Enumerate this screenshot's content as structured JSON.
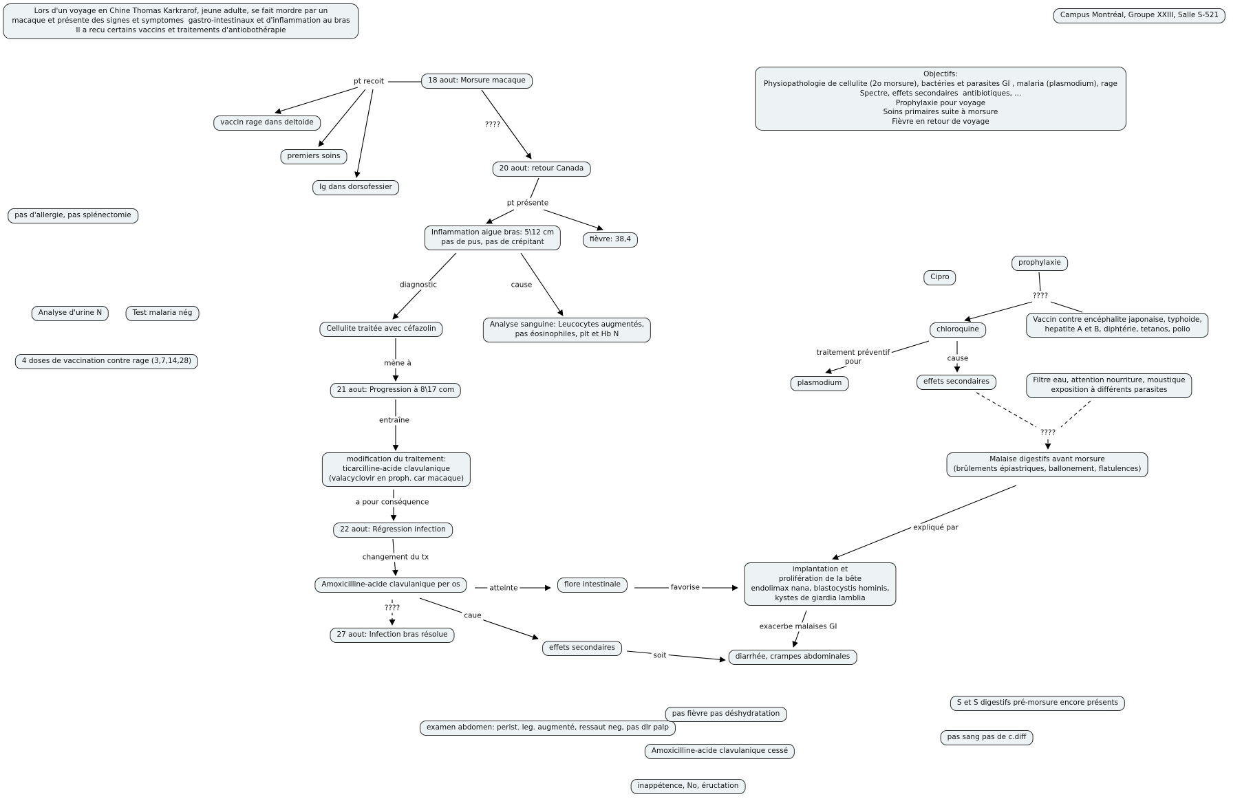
{
  "meta": {
    "app": "concept-map",
    "colors": {
      "node_fill": "#edf3f5",
      "node_border": "#2e2e2e",
      "line": "#000000",
      "background": "#ffffff"
    }
  },
  "header": {
    "intro": "Lors d'un voyage en Chine Thomas Karkrarof, jeune adulte, se fait mordre par un\nmacaque et présente des signes et symptomes  gastro-intestinaux et d'inflammation au bras\nIl a recu certains vaccins et traitements d'antiobothérapie",
    "campus": "Campus Montréal, Groupe XXIII, Salle S-521"
  },
  "objectives": {
    "text": "Objectifs:\nPhysiopathologie de cellulite (2o morsure), bactéries et parasites GI , malaria (plasmodium), rage\nSpectre, effets secondaires  antibiotiques, ...\nProphylaxie pour voyage\nSoins primaires suite à morsure\nFièvre en retour de voyage"
  },
  "nodes": {
    "morsure": "18 aout: Morsure macaque",
    "vaccin_rage": "vaccin rage dans deltoide",
    "premiers_soins": "premiers soins",
    "ig_dorso": "Ig dans dorsofessier",
    "retour_canada": "20 aout: retour Canada",
    "inflammation": "Inflammation aigue bras: 5\\12 cm\npas de pus, pas de crépitant",
    "fievre": "fièvre: 38,4",
    "cellulite": "Cellulite traitée avec céfazolin",
    "analyse_sanguine": "Analyse sanguine: Leucocytes augmentés,\npas éosinophiles, plt et Hb N",
    "pas_allergie": "pas d'allergie, pas splénectomie",
    "analyse_urine": "Analyse d'urine N",
    "test_malaria": "Test malaria nég",
    "doses_rage": "4 doses de vaccination contre rage (3,7,14,28)",
    "progression": "21 aout: Progression à 8\\17 com",
    "modification": "modification du traitement:\nticarcilline-acide clavulanique\n(valacyclovir en proph. car macaque)",
    "regression": "22 aout: Régression infection",
    "amox_per_os": "Amoxicilline-acide clavulanique per os",
    "flore": "flore intestinale",
    "infection_resolue": "27 aout: Infection bras résolue",
    "effets_secondaires_ab": "effets secondaires",
    "implantation": "implantation et\nprolifération de la bête\nendolimax nana, blastocystis hominis,\nkystes de giardia lamblia",
    "diarrhee": "diarrhée, crampes abdominales",
    "cipro": "Cipro",
    "prophylaxie": "prophylaxie",
    "chloroquine": "chloroquine",
    "vaccin_enceph": "Vaccin contre encéphalite japonaise, typhoide,\nhepatite A et B, diphtérie, tetanos, polio",
    "plasmodium": "plasmodium",
    "effets_secondaires_chloro": "effets secondaires",
    "filtre": "Filtre eau, attention nourriture, moustique\nexposition à différents parasites",
    "malaise": "Malaise digestifs avant morsure\n(brûlements épiastriques, ballonement, flatulences)",
    "examen_abdomen": "examen abdomen: perist. leg. augmenté, ressaut neg, pas dlr palp",
    "pas_fievre": "pas fièvre pas déshydratation",
    "s_digestifs": "S et S digestifs pré-morsure encore présents",
    "amox_cesse": "Amoxicilline-acide clavulanique cessé",
    "pas_sang": "pas sang pas de c.diff",
    "inappetence": "inappétence, No, éructation"
  },
  "labels": {
    "pt_recoit": "pt recoit",
    "q1": "????",
    "pt_presente": "pt présente",
    "diagnostic": "diagnostic",
    "cause_inflammation": "cause",
    "mene_a": "mène à",
    "entraine": "entraîne",
    "a_pour_consequence": "a pour conséquence",
    "changement_tx": "changement du tx",
    "atteinte": "atteinte",
    "q2": "????",
    "caue": "caue",
    "favorise": "favorise",
    "soit": "soit",
    "exacerbe": "exacerbe malaises GI",
    "explique_par": "expliqué par",
    "q3": "????",
    "traitement_preventif": "traitement préventif\npour",
    "cause_chloro": "cause",
    "q4": "????"
  }
}
